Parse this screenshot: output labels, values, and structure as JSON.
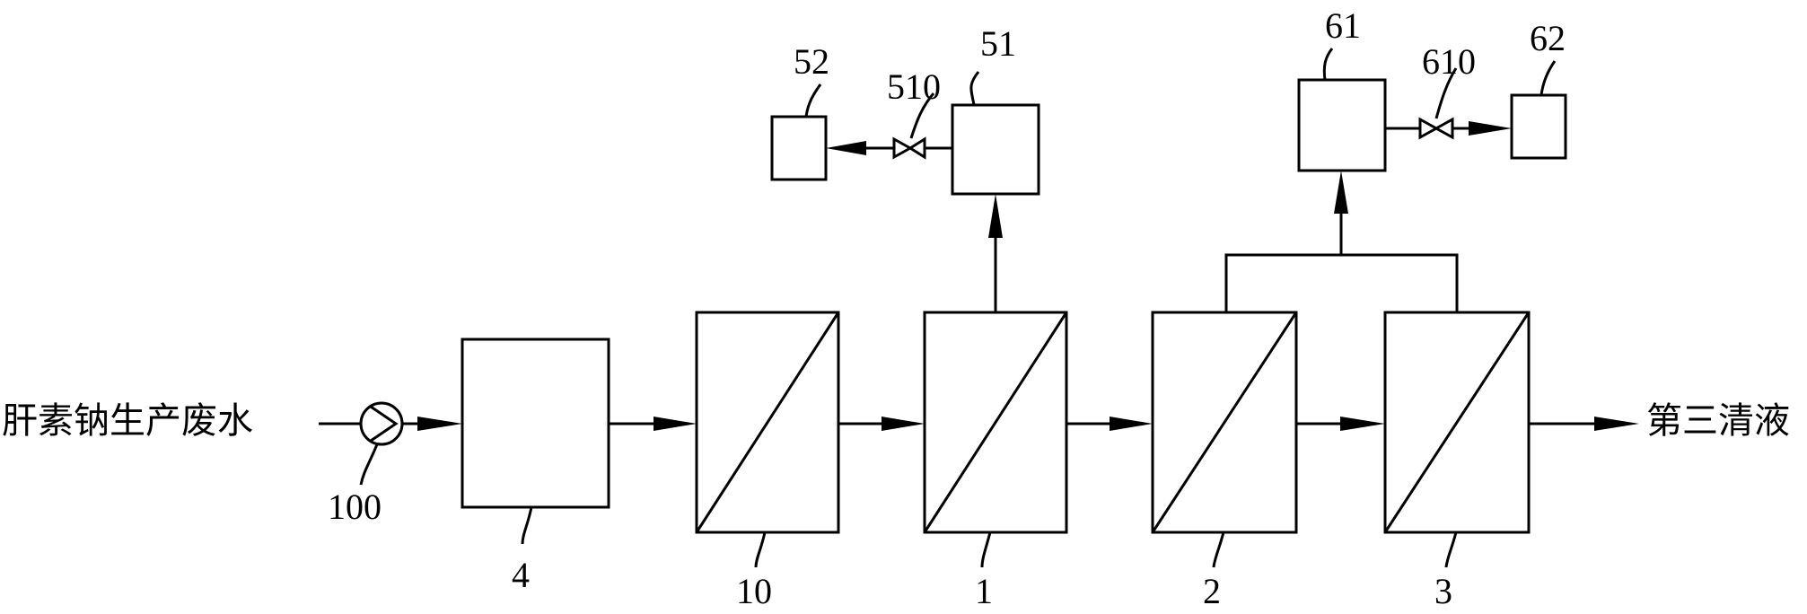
{
  "labels": {
    "input": "肝素钠生产废水",
    "output": "第三清液",
    "pump": "100",
    "unit_4": "4",
    "unit_10": "10",
    "unit_1": "1",
    "unit_2": "2",
    "unit_3": "3",
    "tank_51": "51",
    "tank_52": "52",
    "valve_510": "510",
    "tank_61": "61",
    "tank_62": "62",
    "valve_610": "610"
  },
  "colors": {
    "line": "#000000",
    "background": "#ffffff"
  }
}
